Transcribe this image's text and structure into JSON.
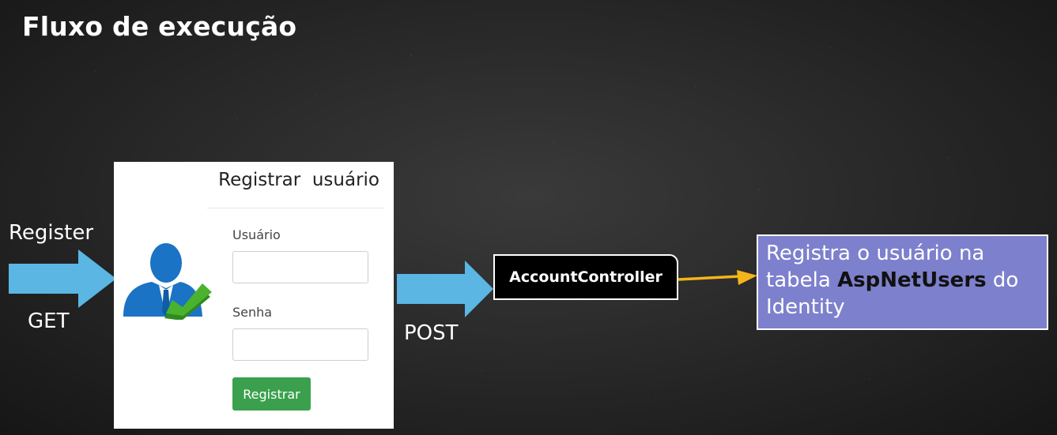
{
  "title": "Fluxo de execução",
  "flow": {
    "register_label": "Register",
    "get_label": "GET",
    "post_label": "POST"
  },
  "form": {
    "title": "Registrar  usuário",
    "username_label": "Usuário",
    "password_label": "Senha",
    "submit_label": "Registrar"
  },
  "controller": {
    "label": "AccountController"
  },
  "result": {
    "line1": "Registra o usuário na",
    "line2_prefix": "tabela ",
    "line2_strong": "AspNetUsers",
    "line2_suffix": " do",
    "line3": "Identity"
  },
  "colors": {
    "arrow": "#5bb6e3",
    "connector": "#f3b519",
    "button": "#3aa04d",
    "result_box": "#7d80cc",
    "user_figure": "#1a73c4",
    "check": "#4bb22e"
  }
}
